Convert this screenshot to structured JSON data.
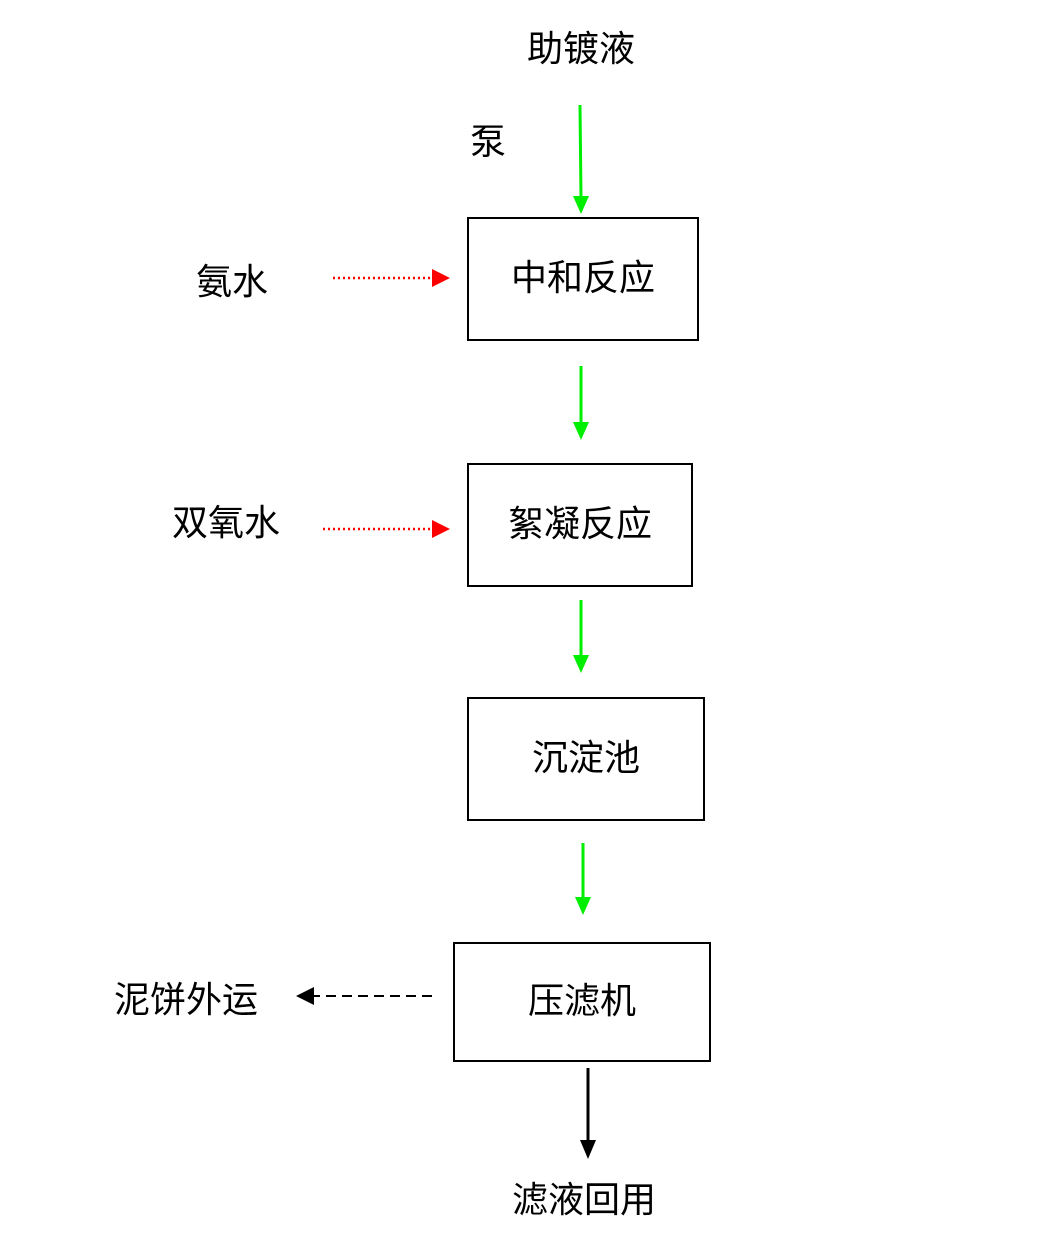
{
  "title": "助镀液",
  "pump_label": "泵",
  "steps": [
    {
      "label": "中和反应"
    },
    {
      "label": "絮凝反应"
    },
    {
      "label": "沉淀池"
    },
    {
      "label": "压滤机"
    }
  ],
  "inputs": {
    "ammonia": "氨水",
    "hydrogen_peroxide": "双氧水"
  },
  "outputs": {
    "sludge": "泥饼外运",
    "filtrate": "滤液回用"
  },
  "colors": {
    "main_flow": "#00ee00",
    "chemical_dosing": "#ff0000",
    "outflow": "#000000"
  }
}
